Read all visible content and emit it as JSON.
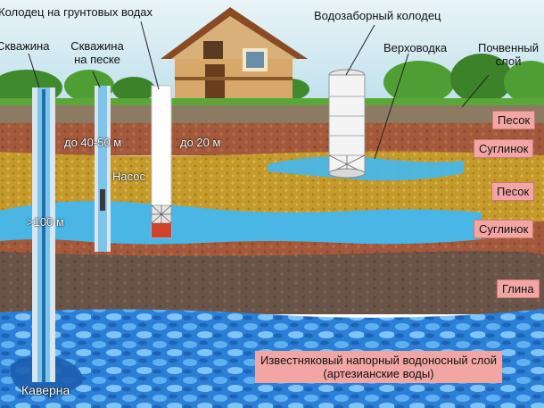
{
  "labels": {
    "well_groundwater": "Колодец на грунтовых водах",
    "borehole": "Скважина",
    "borehole_sand_l1": "Скважина",
    "borehole_sand_l2": "на песке",
    "intake_well": "Водозаборный колодец",
    "perched_water": "Верховодка",
    "soil_layer_l1": "Почвенный",
    "soil_layer_l2": "слой",
    "depth_40_50": "до 40-50 м",
    "depth_20": "до 20 м",
    "pump": "Насос",
    "depth_100": ">100 м",
    "cavern": "Каверна"
  },
  "layers": {
    "sand_1": "Песок",
    "loam_1": "Суглинок",
    "sand_2": "Песок",
    "loam_2": "Суглинок",
    "clay": "Глина"
  },
  "aquifer": {
    "line1": "Известняковый напорный водоносный слой",
    "line2": "(артезианские воды)"
  },
  "colors": {
    "sky": "#cfe7f1",
    "topsoil": "#8c7a62",
    "loam": "#a35a3c",
    "sand": "#c49a2c",
    "water": "#49b6e6",
    "clay": "#6a5448",
    "limestone_water": "#2c7fd6",
    "badge": "#f2a6a4"
  }
}
